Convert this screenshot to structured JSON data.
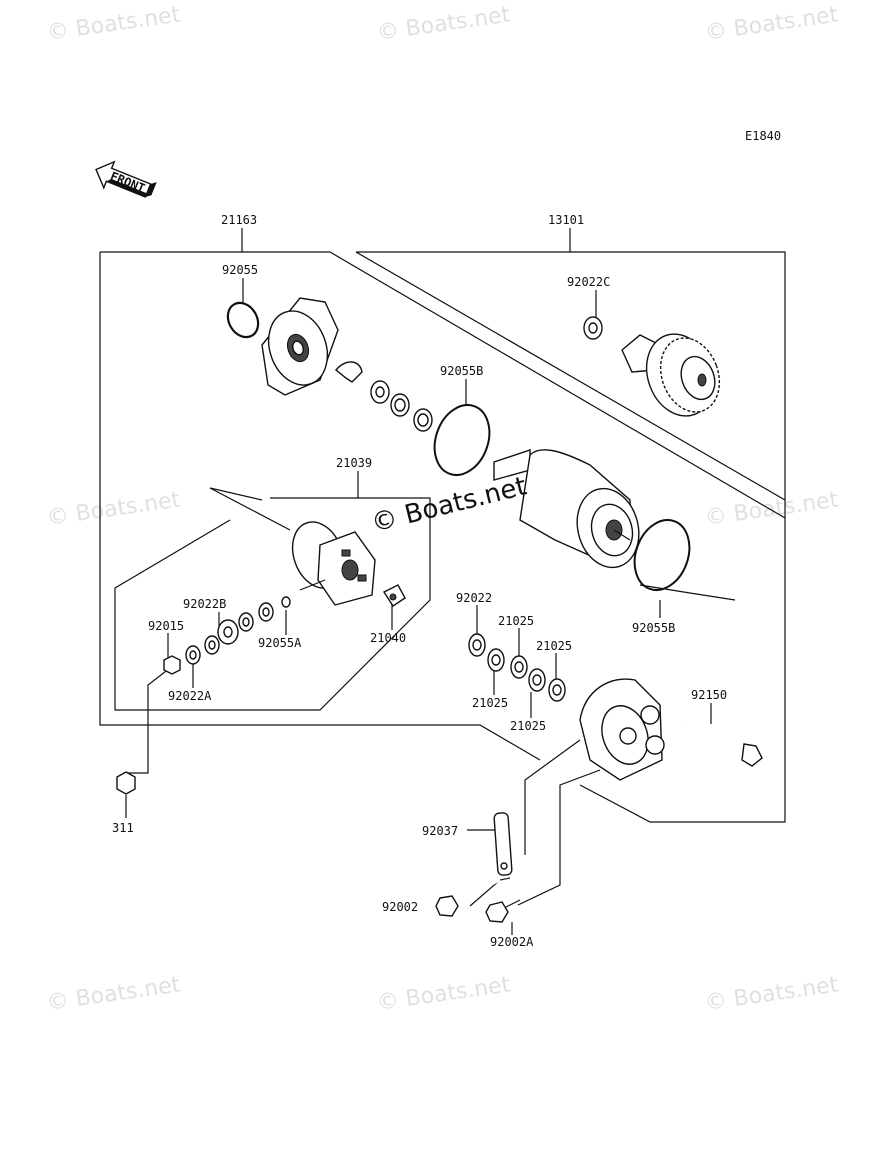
{
  "diagram_code": "E1840",
  "front_label": "FRONT",
  "watermark": "© Boats.net",
  "center_watermark": "© Boats.net",
  "parts": {
    "p21163": "21163",
    "p13101": "13101",
    "p92055": "92055",
    "p92022C": "92022C",
    "p92055B_top": "92055B",
    "p21039": "21039",
    "p92022B": "92022B",
    "p92015": "92015",
    "p92055A": "92055A",
    "p21040": "21040",
    "p92022A": "92022A",
    "p92022": "92022",
    "p21025_a": "21025",
    "p21025_b": "21025",
    "p21025_c": "21025",
    "p21025_d": "21025",
    "p92055B_bottom": "92055B",
    "p92150": "92150",
    "p311": "311",
    "p92037": "92037",
    "p92002": "92002",
    "p92002A": "92002A"
  }
}
